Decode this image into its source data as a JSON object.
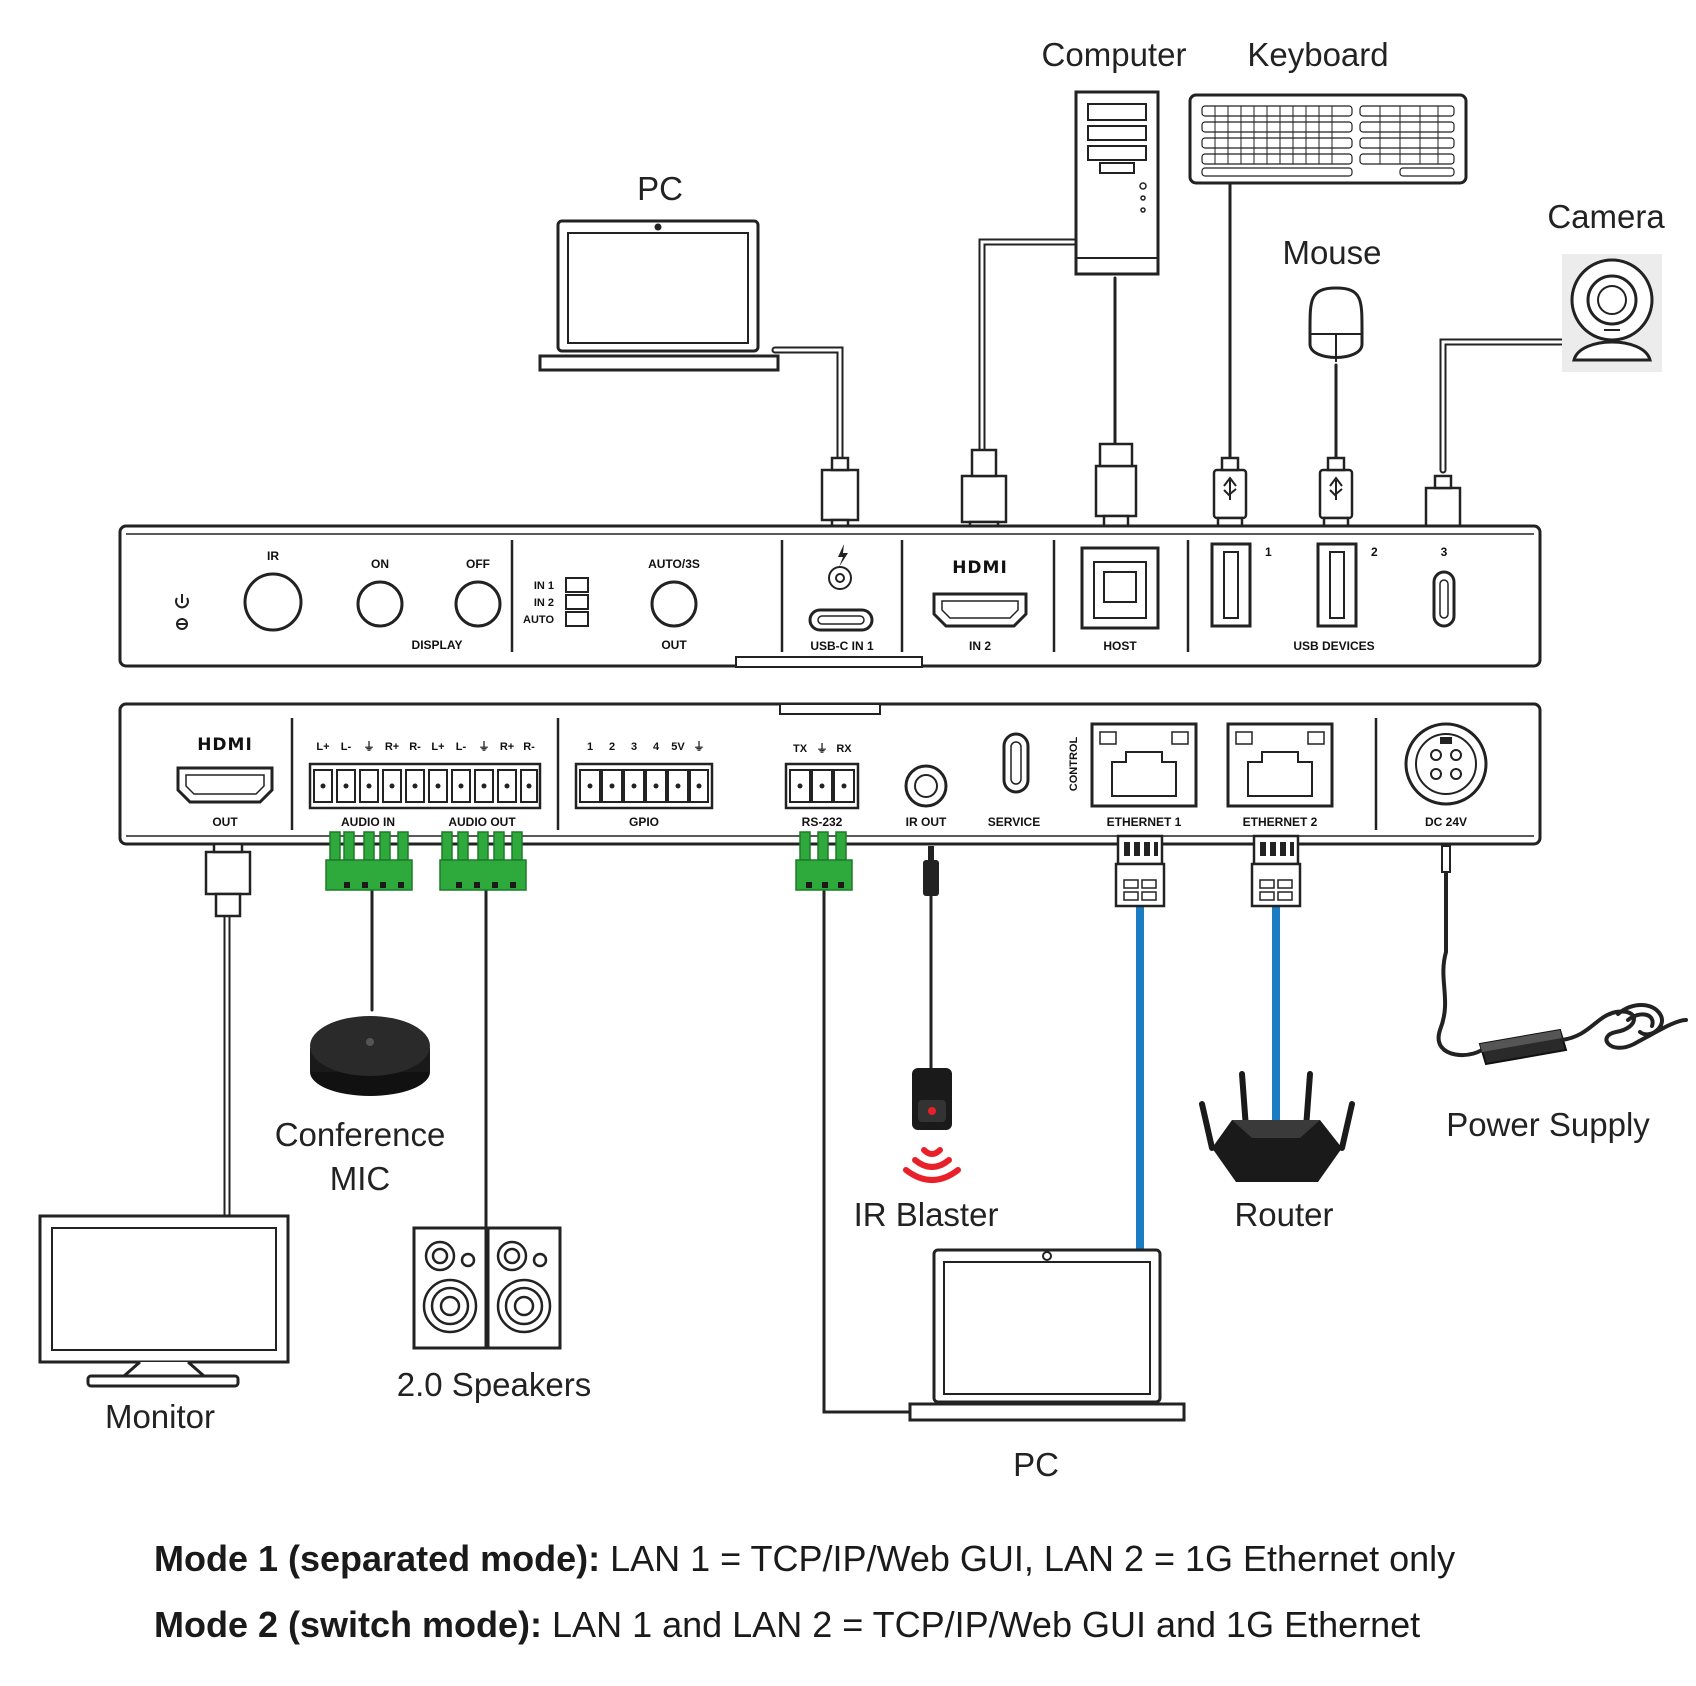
{
  "devices": {
    "pc_top": "PC",
    "computer": "Computer",
    "keyboard": "Keyboard",
    "mouse": "Mouse",
    "camera": "Camera",
    "conference_mic_line1": "Conference",
    "conference_mic_line2": "MIC",
    "monitor": "Monitor",
    "speakers": "2.0 Speakers",
    "ir_blaster": "IR Blaster",
    "router": "Router",
    "power_supply": "Power Supply",
    "pc_bottom": "PC"
  },
  "front_panel": {
    "ir": "IR",
    "on": "ON",
    "off": "OFF",
    "display": "DISPLAY",
    "in1": "IN 1",
    "in2": "IN 2",
    "auto": "AUTO",
    "auto3s": "AUTO/3S",
    "out": "OUT",
    "usbc_in1": "USB-C IN 1",
    "hdmi_logo": "HDMI",
    "in2_port": "IN 2",
    "host": "HOST",
    "usb1": "1",
    "usb2": "2",
    "usb3": "3",
    "usb_devices": "USB DEVICES"
  },
  "rear_panel": {
    "hdmi_logo": "HDMI",
    "hdmi_out": "OUT",
    "audio_in_pins": [
      "L+",
      "L-",
      "⏚",
      "R+",
      "R-"
    ],
    "audio_out_pins": [
      "L+",
      "L-",
      "⏚",
      "R+",
      "R-"
    ],
    "audio_in": "AUDIO IN",
    "audio_out": "AUDIO OUT",
    "gpio_pins": [
      "1",
      "2",
      "3",
      "4",
      "5V",
      "⏚"
    ],
    "gpio": "GPIO",
    "rs232_pins": [
      "TX",
      "⏚",
      "RX"
    ],
    "rs232": "RS-232",
    "ir_out": "IR OUT",
    "service": "SERVICE",
    "control": "CONTROL",
    "ethernet1": "ETHERNET 1",
    "ethernet2": "ETHERNET 2",
    "dc24v": "DC 24V"
  },
  "modes": {
    "mode1_label": "Mode 1 (separated mode):",
    "mode1_text": " LAN 1 = TCP/IP/Web GUI, LAN 2 = 1G Ethernet only",
    "mode2_label": "Mode 2 (switch mode):",
    "mode2_text": " LAN 1 and LAN 2 = TCP/IP/Web GUI and 1G Ethernet"
  },
  "colors": {
    "ethernet_cable": "#1b7cc4",
    "terminal_green": "#2eaa3c",
    "ir_red": "#e8202a",
    "cable_gray": "#c8c8c8"
  },
  "icons": [
    "usb-icon",
    "power-icon",
    "lightning-icon",
    "rj45-icon",
    "dc-barrel-icon"
  ]
}
